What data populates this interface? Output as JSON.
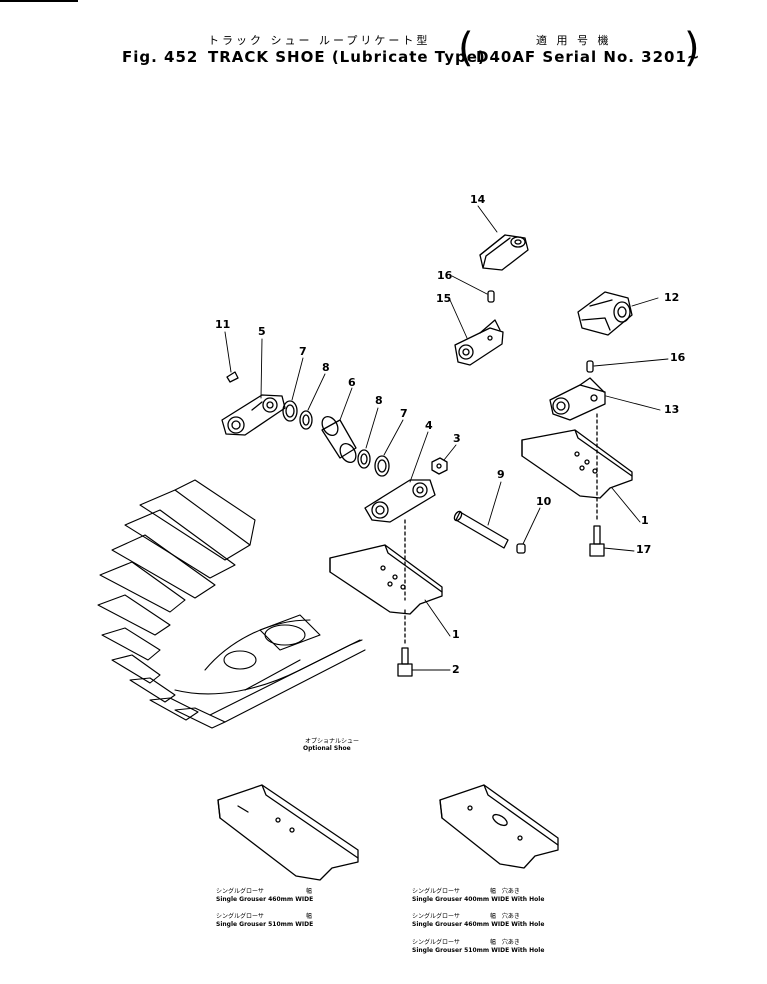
{
  "header": {
    "title_jp": "トラック シュー ループリケート型",
    "applicable_jp": "適 用 号 機",
    "fig_label": "Fig. 452",
    "title_en": "TRACK SHOE (Lubricate Type)",
    "model_serial": "D40AF Serial No. 3201~",
    "paren_open": "(",
    "paren_close": ")"
  },
  "callouts": [
    {
      "id": "c14",
      "text": "14"
    },
    {
      "id": "c16a",
      "text": "16"
    },
    {
      "id": "c15",
      "text": "15"
    },
    {
      "id": "c12",
      "text": "12"
    },
    {
      "id": "c11",
      "text": "11"
    },
    {
      "id": "c5",
      "text": "5"
    },
    {
      "id": "c7a",
      "text": "7"
    },
    {
      "id": "c8a",
      "text": "8"
    },
    {
      "id": "c6",
      "text": "6"
    },
    {
      "id": "c8b",
      "text": "8"
    },
    {
      "id": "c7b",
      "text": "7"
    },
    {
      "id": "c4",
      "text": "4"
    },
    {
      "id": "c3",
      "text": "3"
    },
    {
      "id": "c16b",
      "text": "16"
    },
    {
      "id": "c13",
      "text": "13"
    },
    {
      "id": "c9",
      "text": "9"
    },
    {
      "id": "c10",
      "text": "10"
    },
    {
      "id": "c1a",
      "text": "1"
    },
    {
      "id": "c17",
      "text": "17"
    },
    {
      "id": "c1b",
      "text": "1"
    },
    {
      "id": "c2",
      "text": "2"
    }
  ],
  "optional": {
    "jp": "オプショナルシュー",
    "en": "Optional Shoe"
  },
  "captions_left": [
    {
      "jp": "シングルグローサ　　　　　　　幅",
      "en": "Single Grouser 460mm WIDE"
    },
    {
      "jp": "シングルグローサ　　　　　　　幅",
      "en": "Single Grouser 510mm WIDE"
    }
  ],
  "captions_right": [
    {
      "jp": "シングルグローサ　　　　　幅　穴あき",
      "en": "Single Grouser 400mm WIDE With Hole"
    },
    {
      "jp": "シングルグローサ　　　　　幅　穴あき",
      "en": "Single Grouser 460mm WIDE With Hole"
    },
    {
      "jp": "シングルグローサ　　　　　幅　穴あき",
      "en": "Single Grouser 510mm WIDE With Hole"
    }
  ]
}
